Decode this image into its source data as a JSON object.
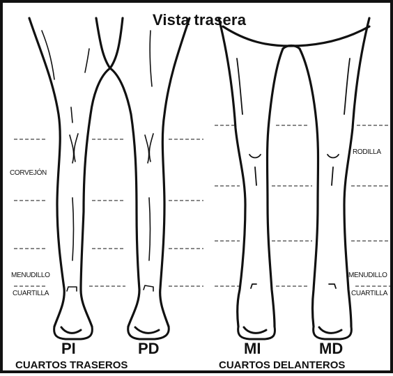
{
  "title": "Vista trasera",
  "labels": {
    "corvejon": "CORVEJÓN",
    "rodilla": "RODILLA",
    "menudillo": "MENUDILLO",
    "cuartilla": "CUARTILLA"
  },
  "legs": [
    "PI",
    "PD",
    "MI",
    "MD"
  ],
  "captions": {
    "rear": "CUARTOS TRASEROS",
    "front": "CUARTOS DELANTEROS"
  }
}
